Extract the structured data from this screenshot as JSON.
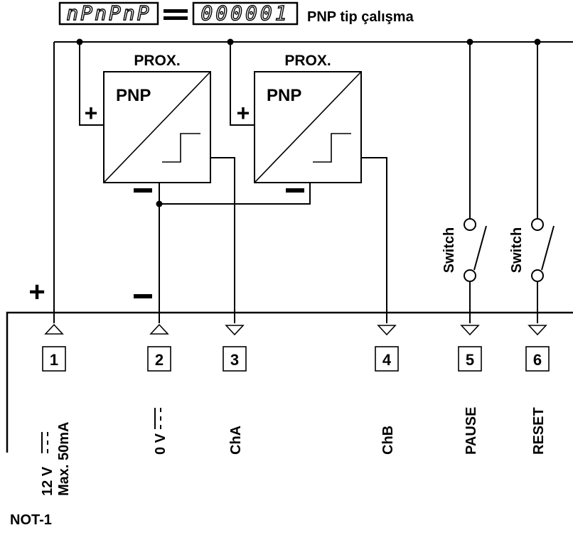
{
  "header": {
    "display_left": "nPnPnP",
    "display_right": "000001",
    "caption": "PNP tip çalışma"
  },
  "sensors": [
    {
      "top_label": "PROX.",
      "type_label": "PNP",
      "plus": "+",
      "minus": "−"
    },
    {
      "top_label": "PROX.",
      "type_label": "PNP",
      "plus": "+",
      "minus": "−"
    }
  ],
  "switches": [
    {
      "label": "Switch"
    },
    {
      "label": "Switch"
    }
  ],
  "supply_marks": {
    "plus": "+",
    "minus": "−"
  },
  "terminals": [
    {
      "number": "1",
      "label_line1": "12 V",
      "label_line2": "Max. 50mA"
    },
    {
      "number": "2",
      "label_line1": "0 V",
      "label_line2": ""
    },
    {
      "number": "3",
      "label_line1": "ChA",
      "label_line2": ""
    },
    {
      "number": "4",
      "label_line1": "ChB",
      "label_line2": ""
    },
    {
      "number": "5",
      "label_line1": "PAUSE",
      "label_line2": ""
    },
    {
      "number": "6",
      "label_line1": "RESET",
      "label_line2": ""
    }
  ],
  "note": "NOT-1"
}
